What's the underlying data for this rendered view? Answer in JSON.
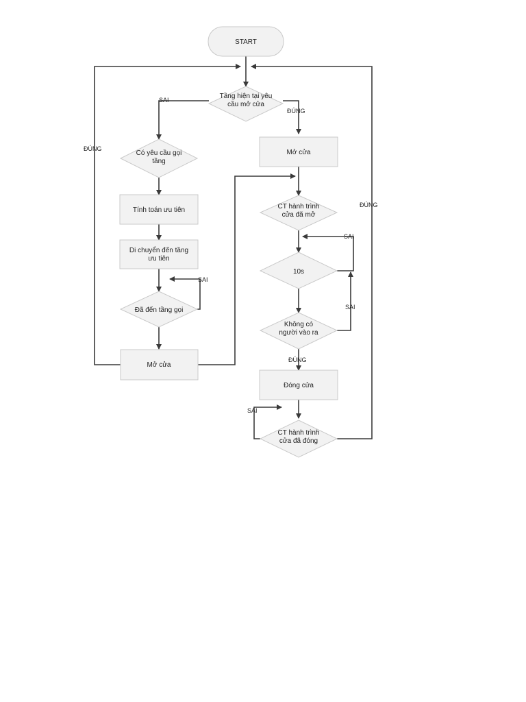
{
  "nodes": {
    "start": {
      "label": "START"
    },
    "check_open_request": {
      "label": "Tầng hiện tại yêu\ncầu mở cửa"
    },
    "has_floor_call": {
      "label": "Có yêu cầu gọi\ntầng"
    },
    "compute_priority": {
      "label": "Tính toán ưu tiên"
    },
    "move_to_priority_floor": {
      "label": "Di chuyển đến tầng\nưu tiên"
    },
    "reached_call_floor": {
      "label": "Đã đến tầng gọi"
    },
    "open_door_left": {
      "label": "Mở cửa"
    },
    "open_door_right": {
      "label": "Mở cửa"
    },
    "door_open_limit": {
      "label": "CT hành trình\ncửa đã mở"
    },
    "wait_10s": {
      "label": "10s"
    },
    "nobody_passing": {
      "label": "Không có\nngười vào ra"
    },
    "close_door": {
      "label": "Đóng cửa"
    },
    "door_closed_limit": {
      "label": "CT hành trình\ncửa đã đóng"
    }
  },
  "edge_labels": {
    "sai_top_left": "SAI",
    "dung_top_right": "ĐÚNG",
    "dung_left_loop": "ĐÚNG",
    "sai_reached_floor": "SAI",
    "sai_door_open_limit": "SAI",
    "sai_nobody": "SAI",
    "dung_nobody": "ĐÚNG",
    "sai_door_closed": "SAI",
    "dung_right_loop": "ĐÚNG"
  }
}
